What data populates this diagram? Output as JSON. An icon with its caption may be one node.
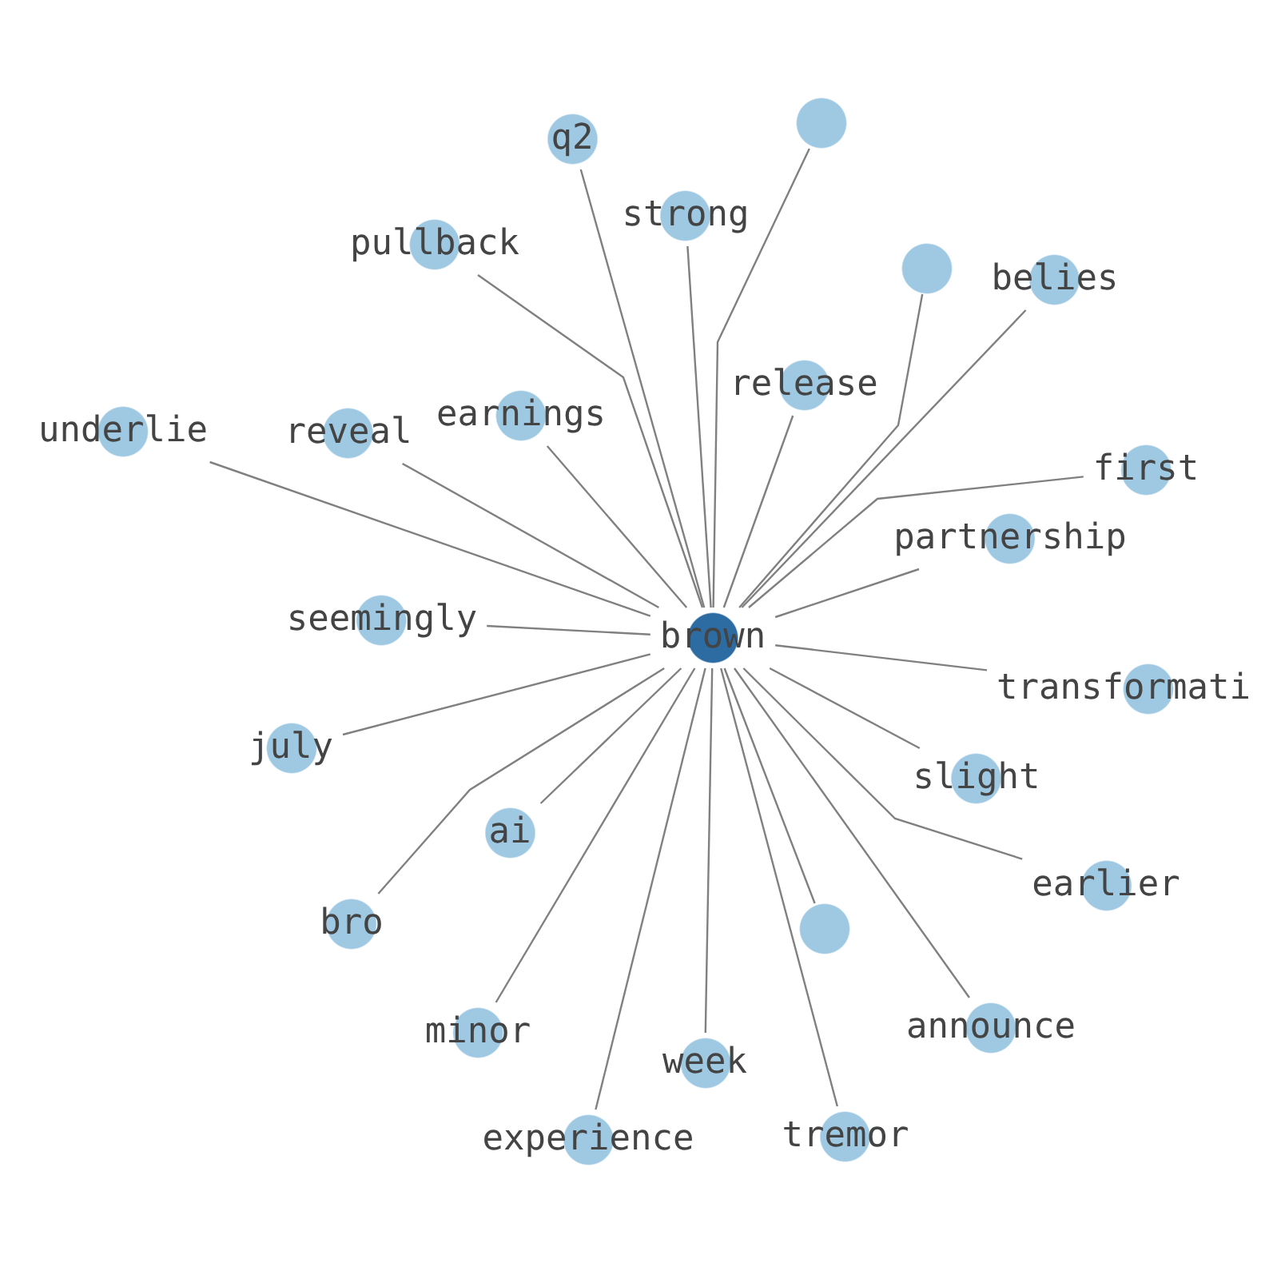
{
  "diagram": {
    "nodes": [
      {
        "text": [
          "brown"
        ]
      },
      {
        "text": [],
        "shape": "circle"
      },
      {
        "text": [
          "q2"
        ]
      },
      {
        "text": [
          "strong"
        ]
      },
      {
        "text": [
          "pullback"
        ]
      },
      {
        "text": [],
        "shape": "circle"
      },
      {
        "text": [
          "belies"
        ]
      },
      {
        "text": [
          "release"
        ]
      },
      {
        "text": [
          "earnings"
        ]
      },
      {
        "text": [
          "underlie"
        ]
      },
      {
        "text": [
          "reveal"
        ]
      },
      {
        "text": [
          "first"
        ]
      },
      {
        "text": [
          "partnership"
        ]
      },
      {
        "text": [
          "seemingly"
        ]
      },
      {
        "text": [
          "transformati"
        ]
      },
      {
        "text": [
          "july"
        ]
      },
      {
        "text": [
          "slight"
        ]
      },
      {
        "text": [
          "ai"
        ]
      },
      {
        "text": [
          "earlier"
        ]
      },
      {
        "text": [
          "bro"
        ]
      },
      {
        "text": [],
        "shape": "circle"
      },
      {
        "text": [
          "announce"
        ]
      },
      {
        "text": [
          "minor"
        ]
      },
      {
        "text": [
          "week"
        ]
      },
      {
        "text": [
          "tremor"
        ]
      },
      {
        "text": [
          "experience"
        ]
      }
    ],
    "edges": [
      {
        "from": 0,
        "to": 1,
        "arrow": "none"
      },
      {
        "from": 0,
        "to": 2,
        "arrow": "none"
      },
      {
        "from": 0,
        "to": 3,
        "arrow": "none"
      },
      {
        "from": 0,
        "to": 4,
        "arrow": "none"
      },
      {
        "from": 0,
        "to": 5,
        "arrow": "none"
      },
      {
        "from": 0,
        "to": 6,
        "arrow": "none"
      },
      {
        "from": 0,
        "to": 7,
        "arrow": "none"
      },
      {
        "from": 0,
        "to": 8,
        "arrow": "none"
      },
      {
        "from": 0,
        "to": 9,
        "arrow": "none"
      },
      {
        "from": 0,
        "to": 10,
        "arrow": "none"
      },
      {
        "from": 0,
        "to": 11,
        "arrow": "none"
      },
      {
        "from": 0,
        "to": 12,
        "arrow": "none"
      },
      {
        "from": 0,
        "to": 13,
        "arrow": "none"
      },
      {
        "from": 0,
        "to": 14,
        "arrow": "none"
      },
      {
        "from": 0,
        "to": 15,
        "arrow": "none"
      },
      {
        "from": 0,
        "to": 16,
        "arrow": "none"
      },
      {
        "from": 0,
        "to": 17,
        "arrow": "none"
      },
      {
        "from": 0,
        "to": 18,
        "arrow": "none"
      },
      {
        "from": 0,
        "to": 19,
        "arrow": "none"
      },
      {
        "from": 0,
        "to": 20,
        "arrow": "none"
      },
      {
        "from": 0,
        "to": 21,
        "arrow": "none"
      },
      {
        "from": 0,
        "to": 22,
        "arrow": "none"
      },
      {
        "from": 0,
        "to": 23,
        "arrow": "none"
      },
      {
        "from": 0,
        "to": 24,
        "arrow": "none"
      },
      {
        "from": 0,
        "to": 25,
        "arrow": "none"
      }
    ]
  }
}
